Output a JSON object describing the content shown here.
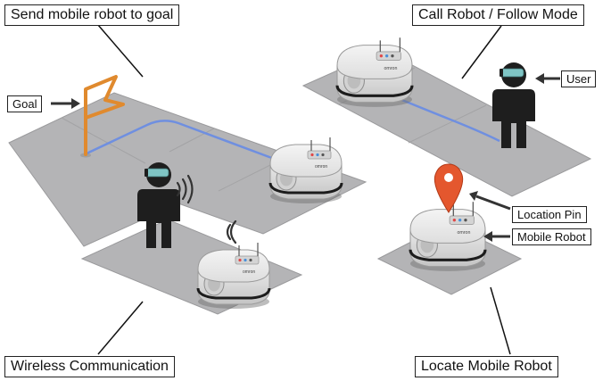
{
  "captions": {
    "top_left": "Send mobile robot to goal",
    "top_right": "Call Robot / Follow Mode",
    "bottom_left": "Wireless Communication",
    "bottom_right": "Locate Mobile Robot"
  },
  "labels": {
    "goal": "Goal",
    "user": "User",
    "location_pin": "Location Pin",
    "mobile_robot": "Mobile Robot"
  },
  "robot_brand": "omron",
  "colors": {
    "floor": "#b4b4b6",
    "floor_edge": "#9a9a9c",
    "path": "#6f8fe0",
    "flag": "#e08a2e",
    "pin": "#e4572e",
    "visor": "#7fc4c4",
    "person": "#1e1e1e",
    "robot_body": "#e6e6e6"
  }
}
